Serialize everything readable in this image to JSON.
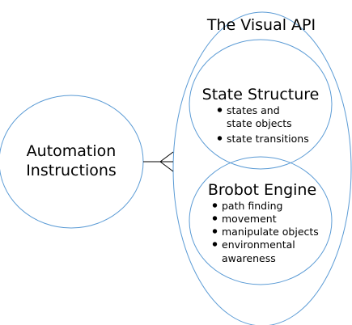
{
  "colors": {
    "outline": "#5b9bd5",
    "connector": "#000000",
    "text": "#000000",
    "background": "#ffffff"
  },
  "diagram": {
    "container": {
      "title": "The Visual API"
    },
    "client": {
      "line1": "Automation",
      "line2": "Instructions"
    },
    "connector": {
      "notation": "crow-foot"
    },
    "state_structure": {
      "title": "State Structure",
      "bullets": [
        {
          "line1": "states and",
          "line2": "state objects"
        },
        {
          "line1": "state transitions",
          "line2": ""
        }
      ]
    },
    "brobot_engine": {
      "title": "Brobot Engine",
      "bullets": [
        {
          "line1": "path finding",
          "line2": ""
        },
        {
          "line1": "movement",
          "line2": ""
        },
        {
          "line1": "manipulate objects",
          "line2": ""
        },
        {
          "line1": "environmental",
          "line2": "awareness"
        }
      ]
    }
  }
}
